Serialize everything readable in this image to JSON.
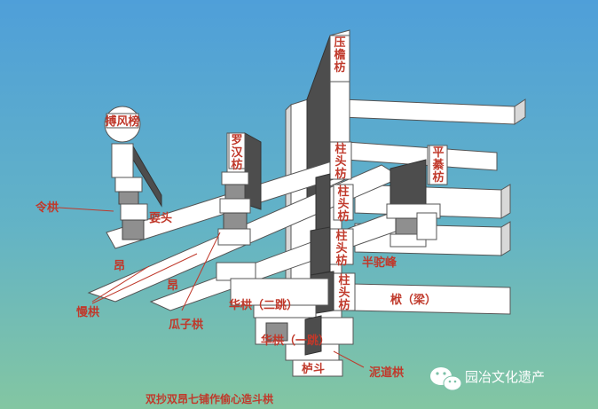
{
  "labels": {
    "yanchang_fang": "压\n檐\n枋",
    "tuofeng_xia": "搏风榜",
    "luohan_fang": "罗\n汉\n枋",
    "zhutou_fang_1": "柱\n头\n枋",
    "zhutou_fang_2": "柱\n头\n枋",
    "zhutou_fang_3": "柱\n头\n枋",
    "zhutou_fang_4": "柱\n头\n枋",
    "pingqi_fang": "平\n綦\n枋",
    "linggong": "令栱",
    "shuatou": "耍头",
    "ang_1": "昂",
    "ang_2": "昂",
    "mangong": "慢栱",
    "guazi_gong": "瓜子栱",
    "banjiaofeng": "半驼峰",
    "huagong_2": "华栱（二跳）",
    "huagong_1": "华栱（一跳）",
    "fu_liang": "栿（梁）",
    "ludou": "栌斗",
    "nidao_gong": "泥道栱",
    "caption": "双抄双昂七铺作偷心造斗栱"
  },
  "watermark": {
    "text": "园冶文化遗产",
    "icon": "wechat-icon"
  },
  "colors": {
    "sky_top": "#4d9dd8",
    "sky_bottom": "#7cc1a8",
    "label": "#c0392b"
  }
}
